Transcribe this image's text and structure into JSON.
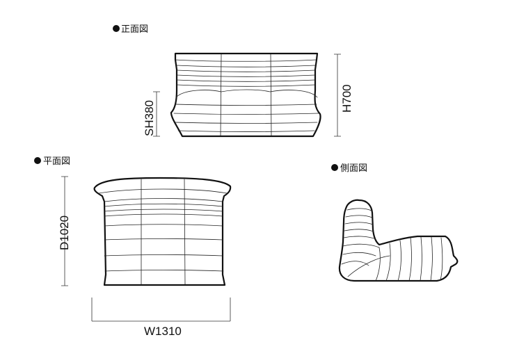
{
  "views": {
    "front": {
      "heading": "正面図"
    },
    "plan": {
      "heading": "平面図"
    },
    "side": {
      "heading": "側面図"
    }
  },
  "dimensions": {
    "height": "H700",
    "seat_height": "SH380",
    "depth": "D1020",
    "width": "W1310"
  }
}
